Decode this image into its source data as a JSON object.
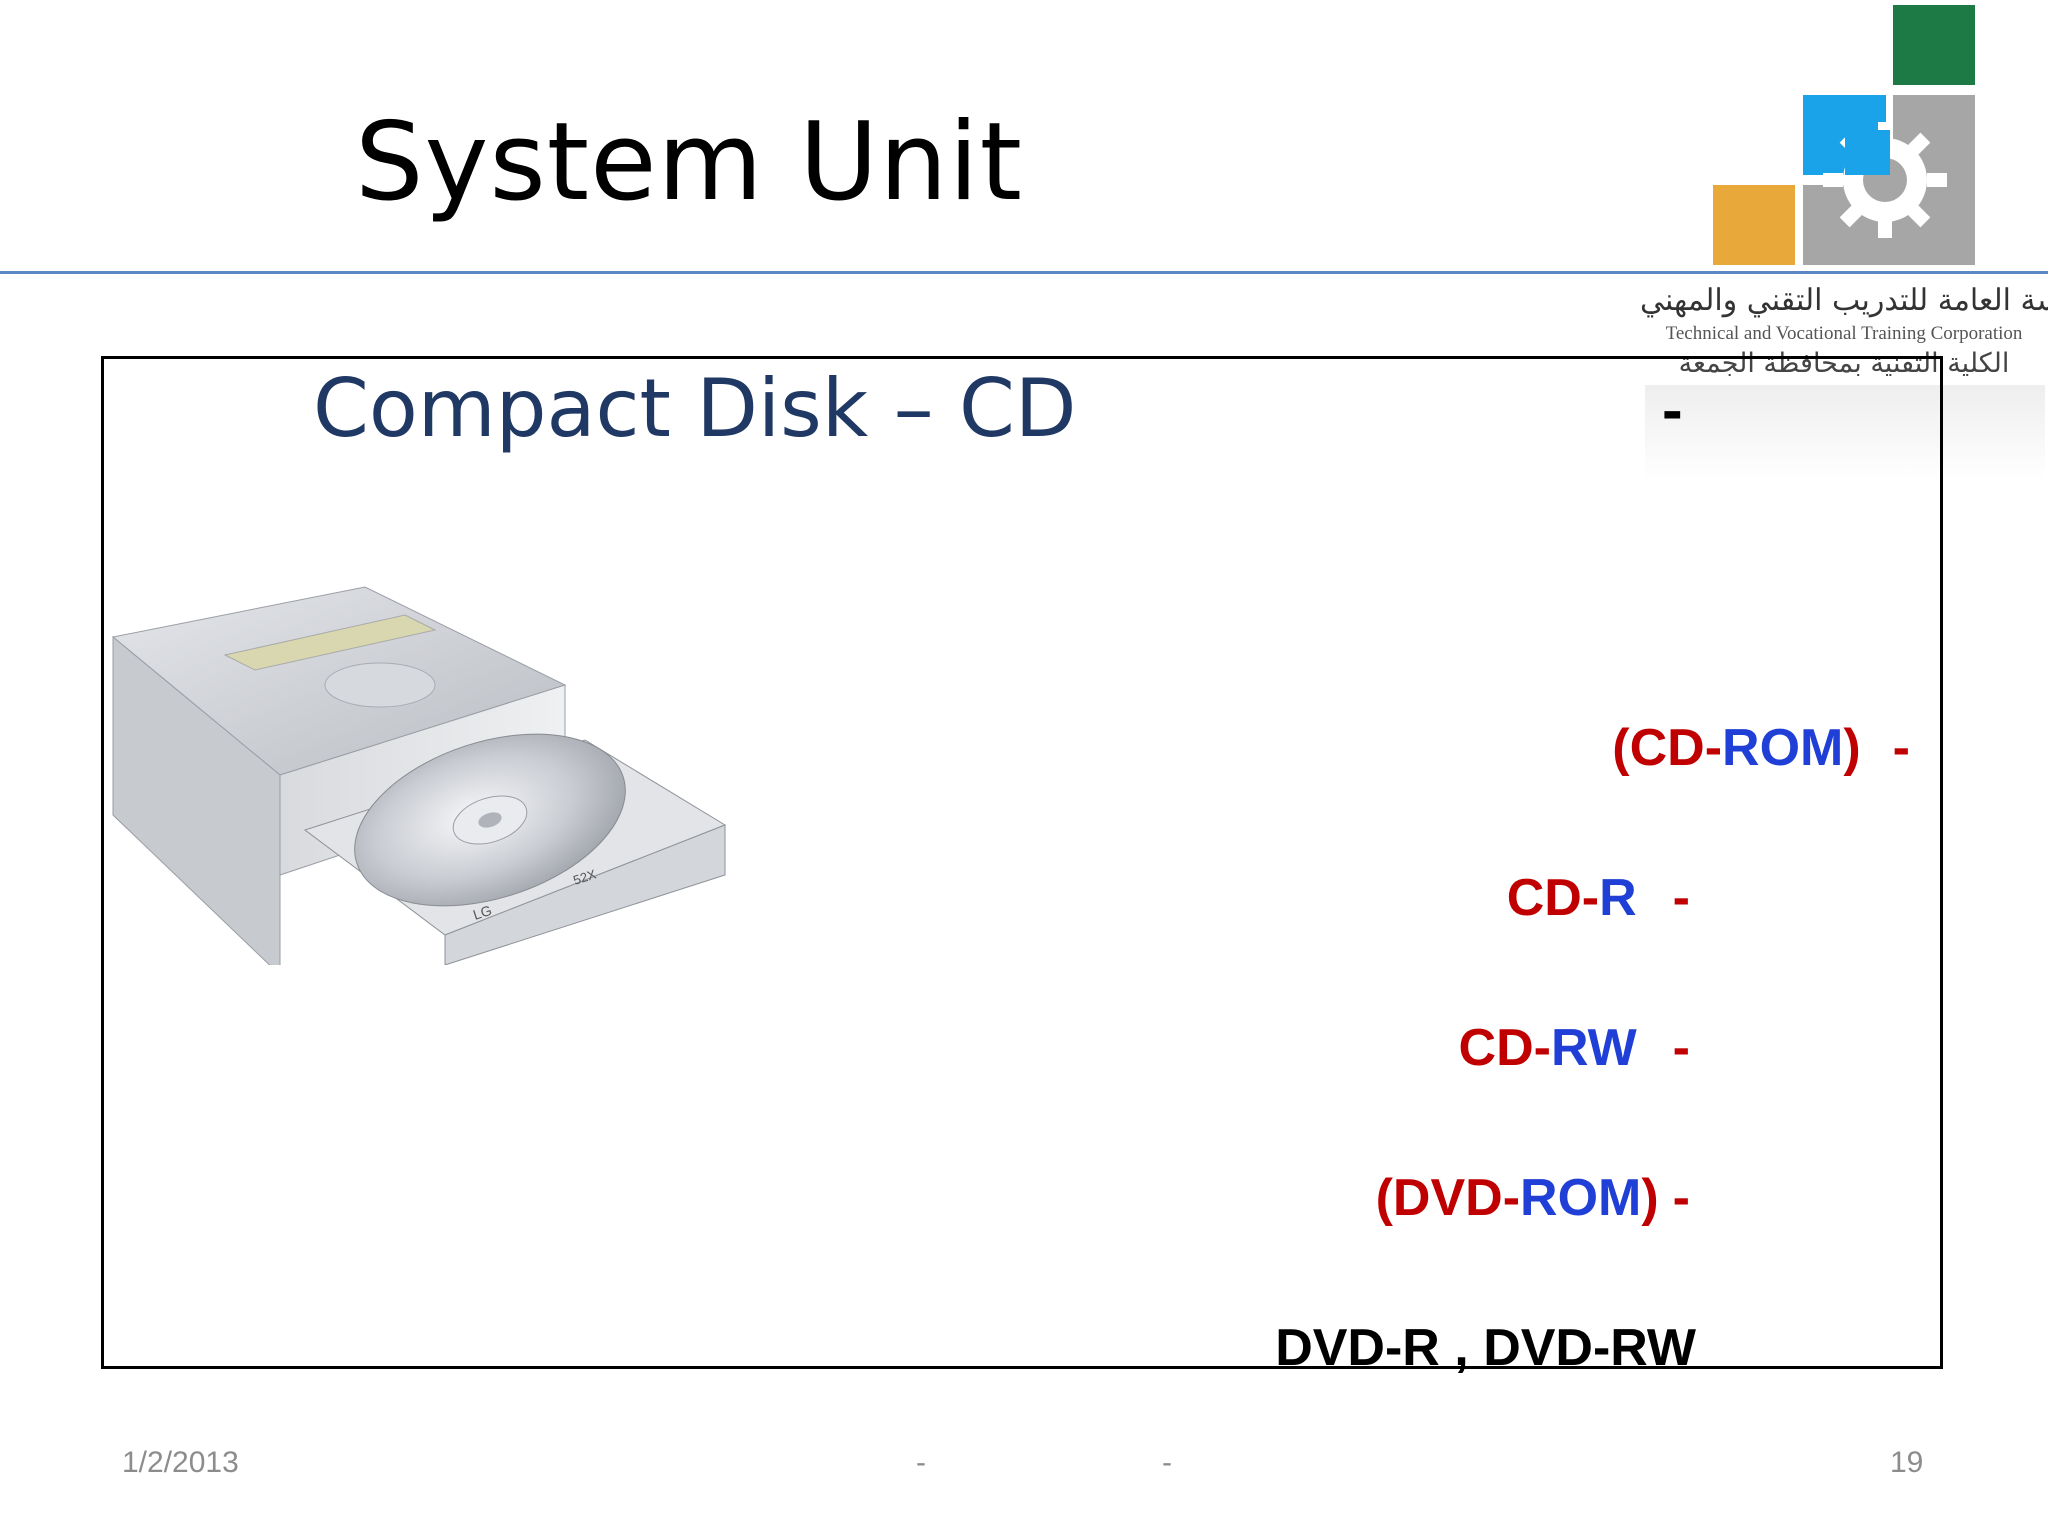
{
  "slide": {
    "title": "System Unit",
    "subtitle": "Compact Disk – CD",
    "subtitle_dash": "-"
  },
  "logo": {
    "arabic_line1": "المؤسسة العامة للتدريب التقني والمهني",
    "english": "Technical and Vocational Training Corporation",
    "arabic_line2": "الكلية التقنية بمحافظة الجمعة",
    "colors": {
      "green": "#1e7a45",
      "blue": "#1aa3e8",
      "orange": "#e8a93a",
      "gray": "#a6a6a6"
    }
  },
  "drive_image": {
    "brand": "LG",
    "speed": "52X"
  },
  "items": [
    {
      "open": "(",
      "a": "CD-",
      "b": "ROM",
      "close": ")",
      "dash": "-"
    },
    {
      "a": "CD-",
      "b": "R",
      "dash": "-"
    },
    {
      "a": "CD-",
      "b": "RW",
      "dash": "-"
    },
    {
      "open": "(",
      "a": "DVD-",
      "b": "ROM",
      "close": ")",
      "dash": "-"
    },
    {
      "text": "DVD-R , DVD-RW"
    }
  ],
  "footer": {
    "date": "1/2/2013",
    "center_left": "-",
    "center_right": "-",
    "page": "19"
  }
}
